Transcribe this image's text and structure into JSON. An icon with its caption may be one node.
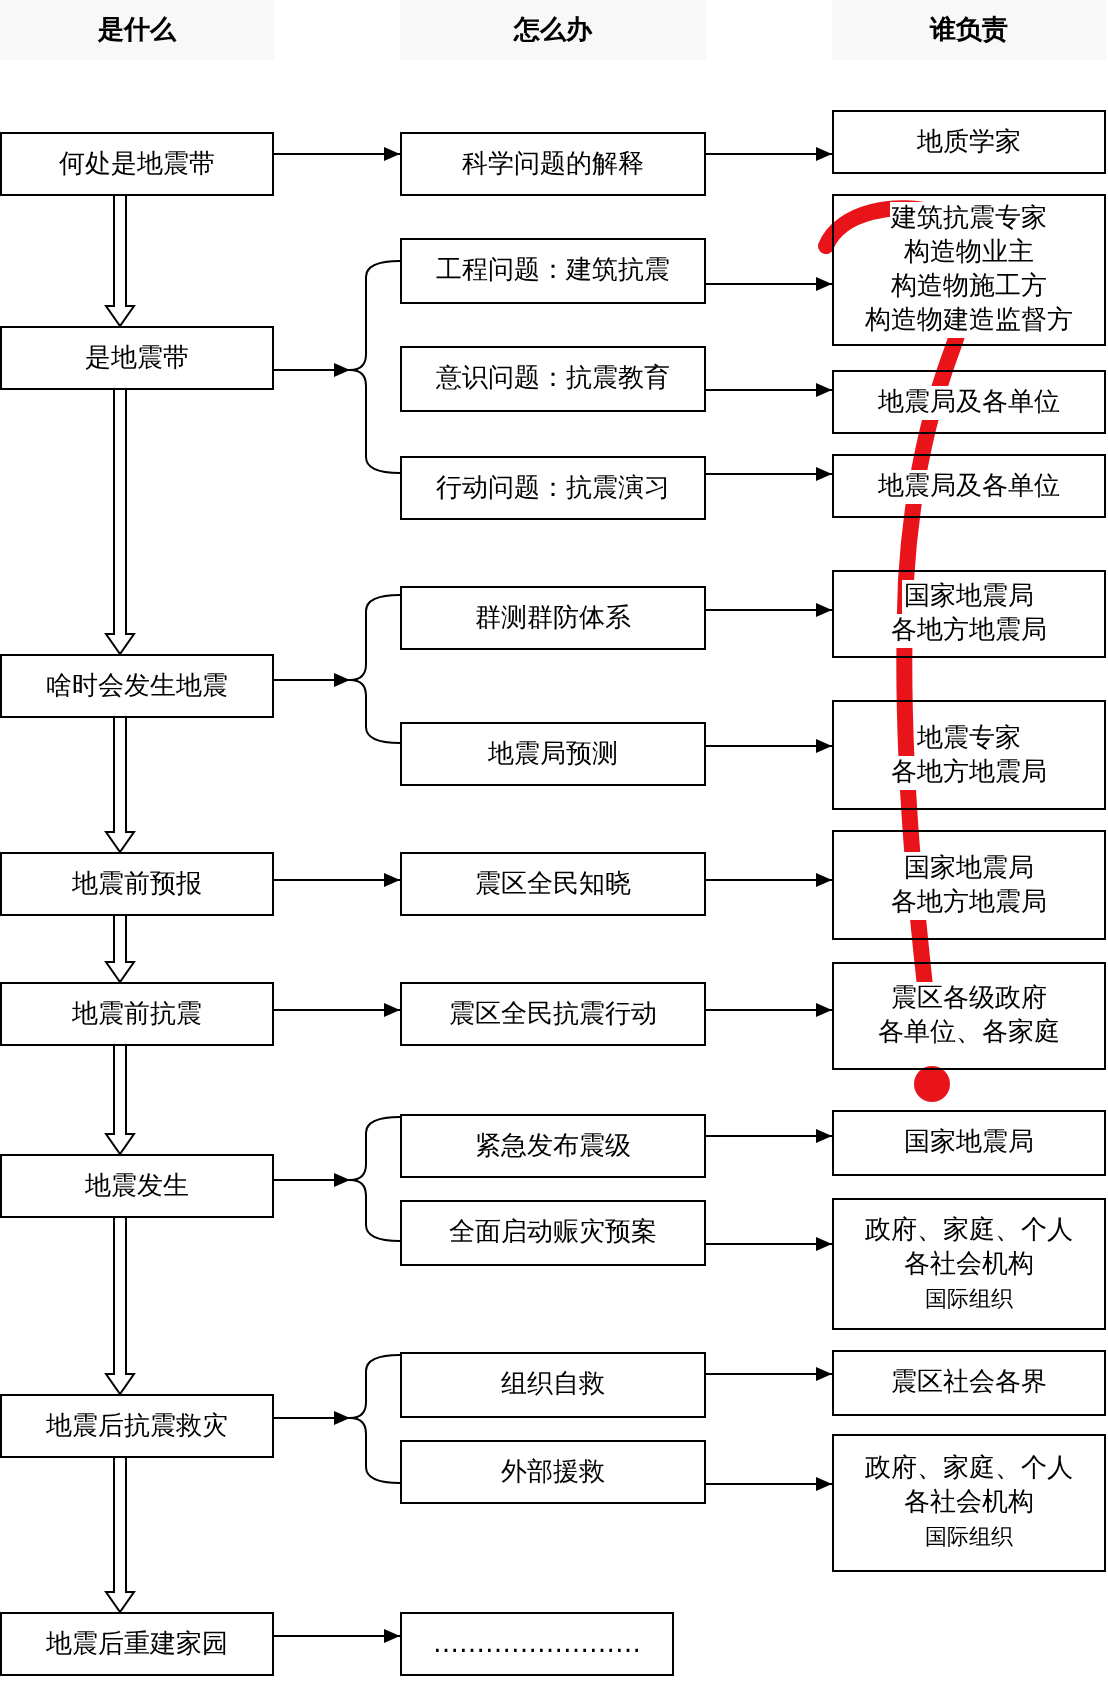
{
  "diagram": {
    "nodes": [
      {
        "text": [
          "何处是地震带"
        ]
      },
      {
        "text": [
          "科学问题的解释"
        ]
      },
      {
        "text": [
          "地质学家"
        ]
      },
      {
        "text": [
          "是地震带"
        ]
      },
      {
        "text": [],
        "shape": "brace"
      },
      {
        "text": [
          "工程问题：建筑抗震"
        ]
      },
      {
        "text": [
          "建筑抗震专家",
          "构造物业主",
          "构造物施工方",
          "构造物建造监督方"
        ]
      },
      {
        "text": [
          "意识问题：抗震教育"
        ]
      },
      {
        "text": [
          "地震局及各单位"
        ]
      },
      {
        "text": [
          "行动问题：抗震演习"
        ]
      },
      {
        "text": [
          "地震局及各单位"
        ]
      },
      {
        "text": [
          "啥时会发生地震"
        ]
      },
      {
        "text": [],
        "shape": "brace"
      },
      {
        "text": [
          "群测群防体系"
        ]
      },
      {
        "text": [
          "国家地震局",
          "各地方地震局"
        ]
      },
      {
        "text": [
          "地震局预测"
        ]
      },
      {
        "text": [
          "地震专家",
          "各地方地震局"
        ]
      },
      {
        "text": [
          "地震前预报"
        ]
      },
      {
        "text": [
          "震区全民知晓"
        ]
      },
      {
        "text": [
          "国家地震局",
          "各地方地震局"
        ]
      },
      {
        "text": [
          "地震前抗震"
        ]
      },
      {
        "text": [
          "震区全民抗震行动"
        ]
      },
      {
        "text": [
          "震区各级政府",
          "各单位、各家庭"
        ]
      },
      {
        "text": [
          "地震发生"
        ]
      },
      {
        "text": [],
        "shape": "brace"
      },
      {
        "text": [
          "紧急发布震级"
        ]
      },
      {
        "text": [
          "国家地震局"
        ]
      },
      {
        "text": [
          "全面启动赈灾预案"
        ]
      },
      {
        "text": [
          "政府、家庭、个人",
          "各社会机构",
          "国际组织"
        ]
      },
      {
        "text": [
          "地震后抗震救灾"
        ]
      },
      {
        "text": [],
        "shape": "brace"
      },
      {
        "text": [
          "组织自救"
        ]
      },
      {
        "text": [
          "震区社会各界"
        ]
      },
      {
        "text": [
          "外部援救"
        ]
      },
      {
        "text": [
          "政府、家庭、个人",
          "各社会机构",
          "国际组织"
        ]
      },
      {
        "text": [
          "地震后重建家园"
        ]
      },
      {
        "text": [
          "……………………"
        ]
      }
    ],
    "edges": [
      {
        "from": 0,
        "to": 3,
        "arrow": "to",
        "style": "thick"
      },
      {
        "from": 3,
        "to": 11,
        "arrow": "to",
        "style": "thick"
      },
      {
        "from": 11,
        "to": 17,
        "arrow": "to",
        "style": "thick"
      },
      {
        "from": 17,
        "to": 20,
        "arrow": "to",
        "style": "thick"
      },
      {
        "from": 20,
        "to": 23,
        "arrow": "to",
        "style": "thick"
      },
      {
        "from": 23,
        "to": 29,
        "arrow": "to",
        "style": "thick"
      },
      {
        "from": 29,
        "to": 35,
        "arrow": "to",
        "style": "thick"
      },
      {
        "from": 0,
        "to": 1,
        "arrow": "to"
      },
      {
        "from": 1,
        "to": 2,
        "arrow": "to"
      },
      {
        "from": 3,
        "to": 4,
        "arrow": "to"
      },
      {
        "from": 5,
        "to": 6,
        "arrow": "to"
      },
      {
        "from": 7,
        "to": 8,
        "arrow": "to"
      },
      {
        "from": 9,
        "to": 10,
        "arrow": "to"
      },
      {
        "from": 11,
        "to": 12,
        "arrow": "to"
      },
      {
        "from": 13,
        "to": 14,
        "arrow": "to"
      },
      {
        "from": 15,
        "to": 16,
        "arrow": "to"
      },
      {
        "from": 17,
        "to": 18,
        "arrow": "to"
      },
      {
        "from": 18,
        "to": 19,
        "arrow": "to"
      },
      {
        "from": 20,
        "to": 21,
        "arrow": "to"
      },
      {
        "from": 21,
        "to": 22,
        "arrow": "to"
      },
      {
        "from": 23,
        "to": 24,
        "arrow": "to"
      },
      {
        "from": 25,
        "to": 26,
        "arrow": "to"
      },
      {
        "from": 27,
        "to": 28,
        "arrow": "to"
      },
      {
        "from": 29,
        "to": 30,
        "arrow": "to"
      },
      {
        "from": 31,
        "to": 32,
        "arrow": "to"
      },
      {
        "from": 33,
        "to": 34,
        "arrow": "to"
      },
      {
        "from": 35,
        "to": 36,
        "arrow": "to"
      }
    ],
    "labels": [
      "是什么",
      "怎么办",
      "谁负责"
    ]
  }
}
